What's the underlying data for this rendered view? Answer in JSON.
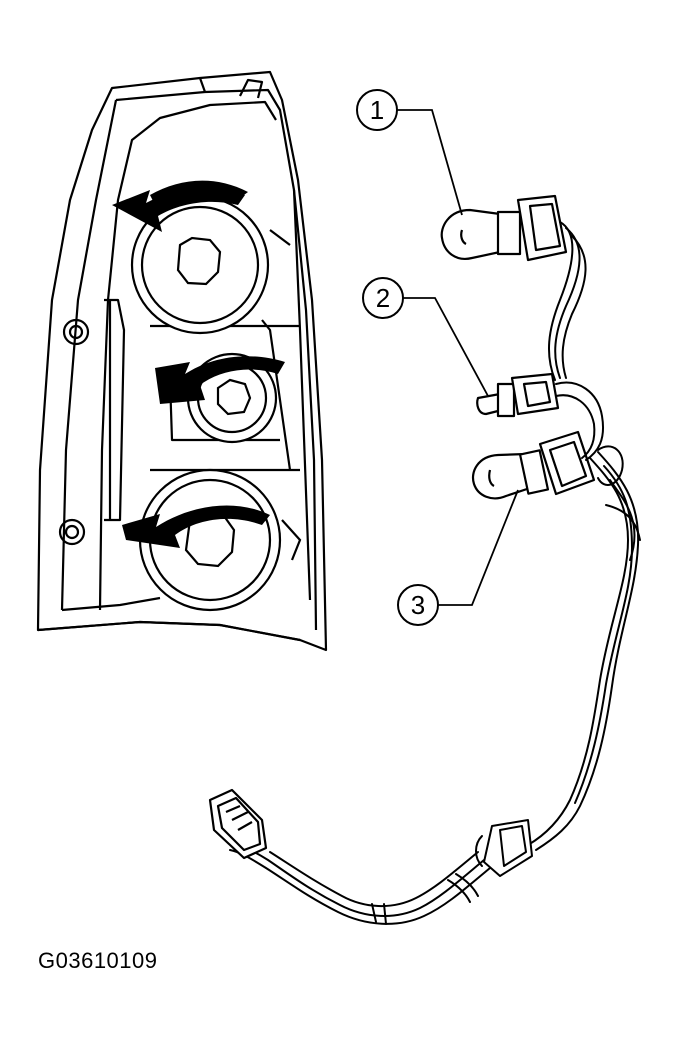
{
  "figure": {
    "code": "G03610109",
    "callouts": [
      {
        "label": "1",
        "part": "bulb-1"
      },
      {
        "label": "2",
        "part": "bulb-2"
      },
      {
        "label": "3",
        "part": "bulb-3"
      }
    ]
  }
}
